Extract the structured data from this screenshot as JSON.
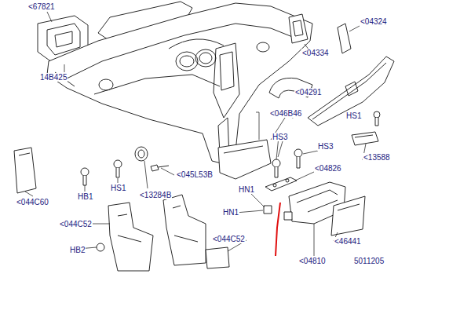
{
  "diagram": {
    "labels": [
      "<67821",
      "<04324",
      "<04334",
      "14B425",
      "<04291",
      "<046B46",
      "HS1",
      "HS3",
      "HS3",
      "<13588",
      "<045L53B",
      "<04826",
      "HS1",
      "HB1",
      "<13284B",
      "HN1",
      "<044C60",
      "HN1",
      "<044C52",
      "<044C52",
      "<46441",
      "HB2",
      "<04810",
      "5011205"
    ]
  }
}
